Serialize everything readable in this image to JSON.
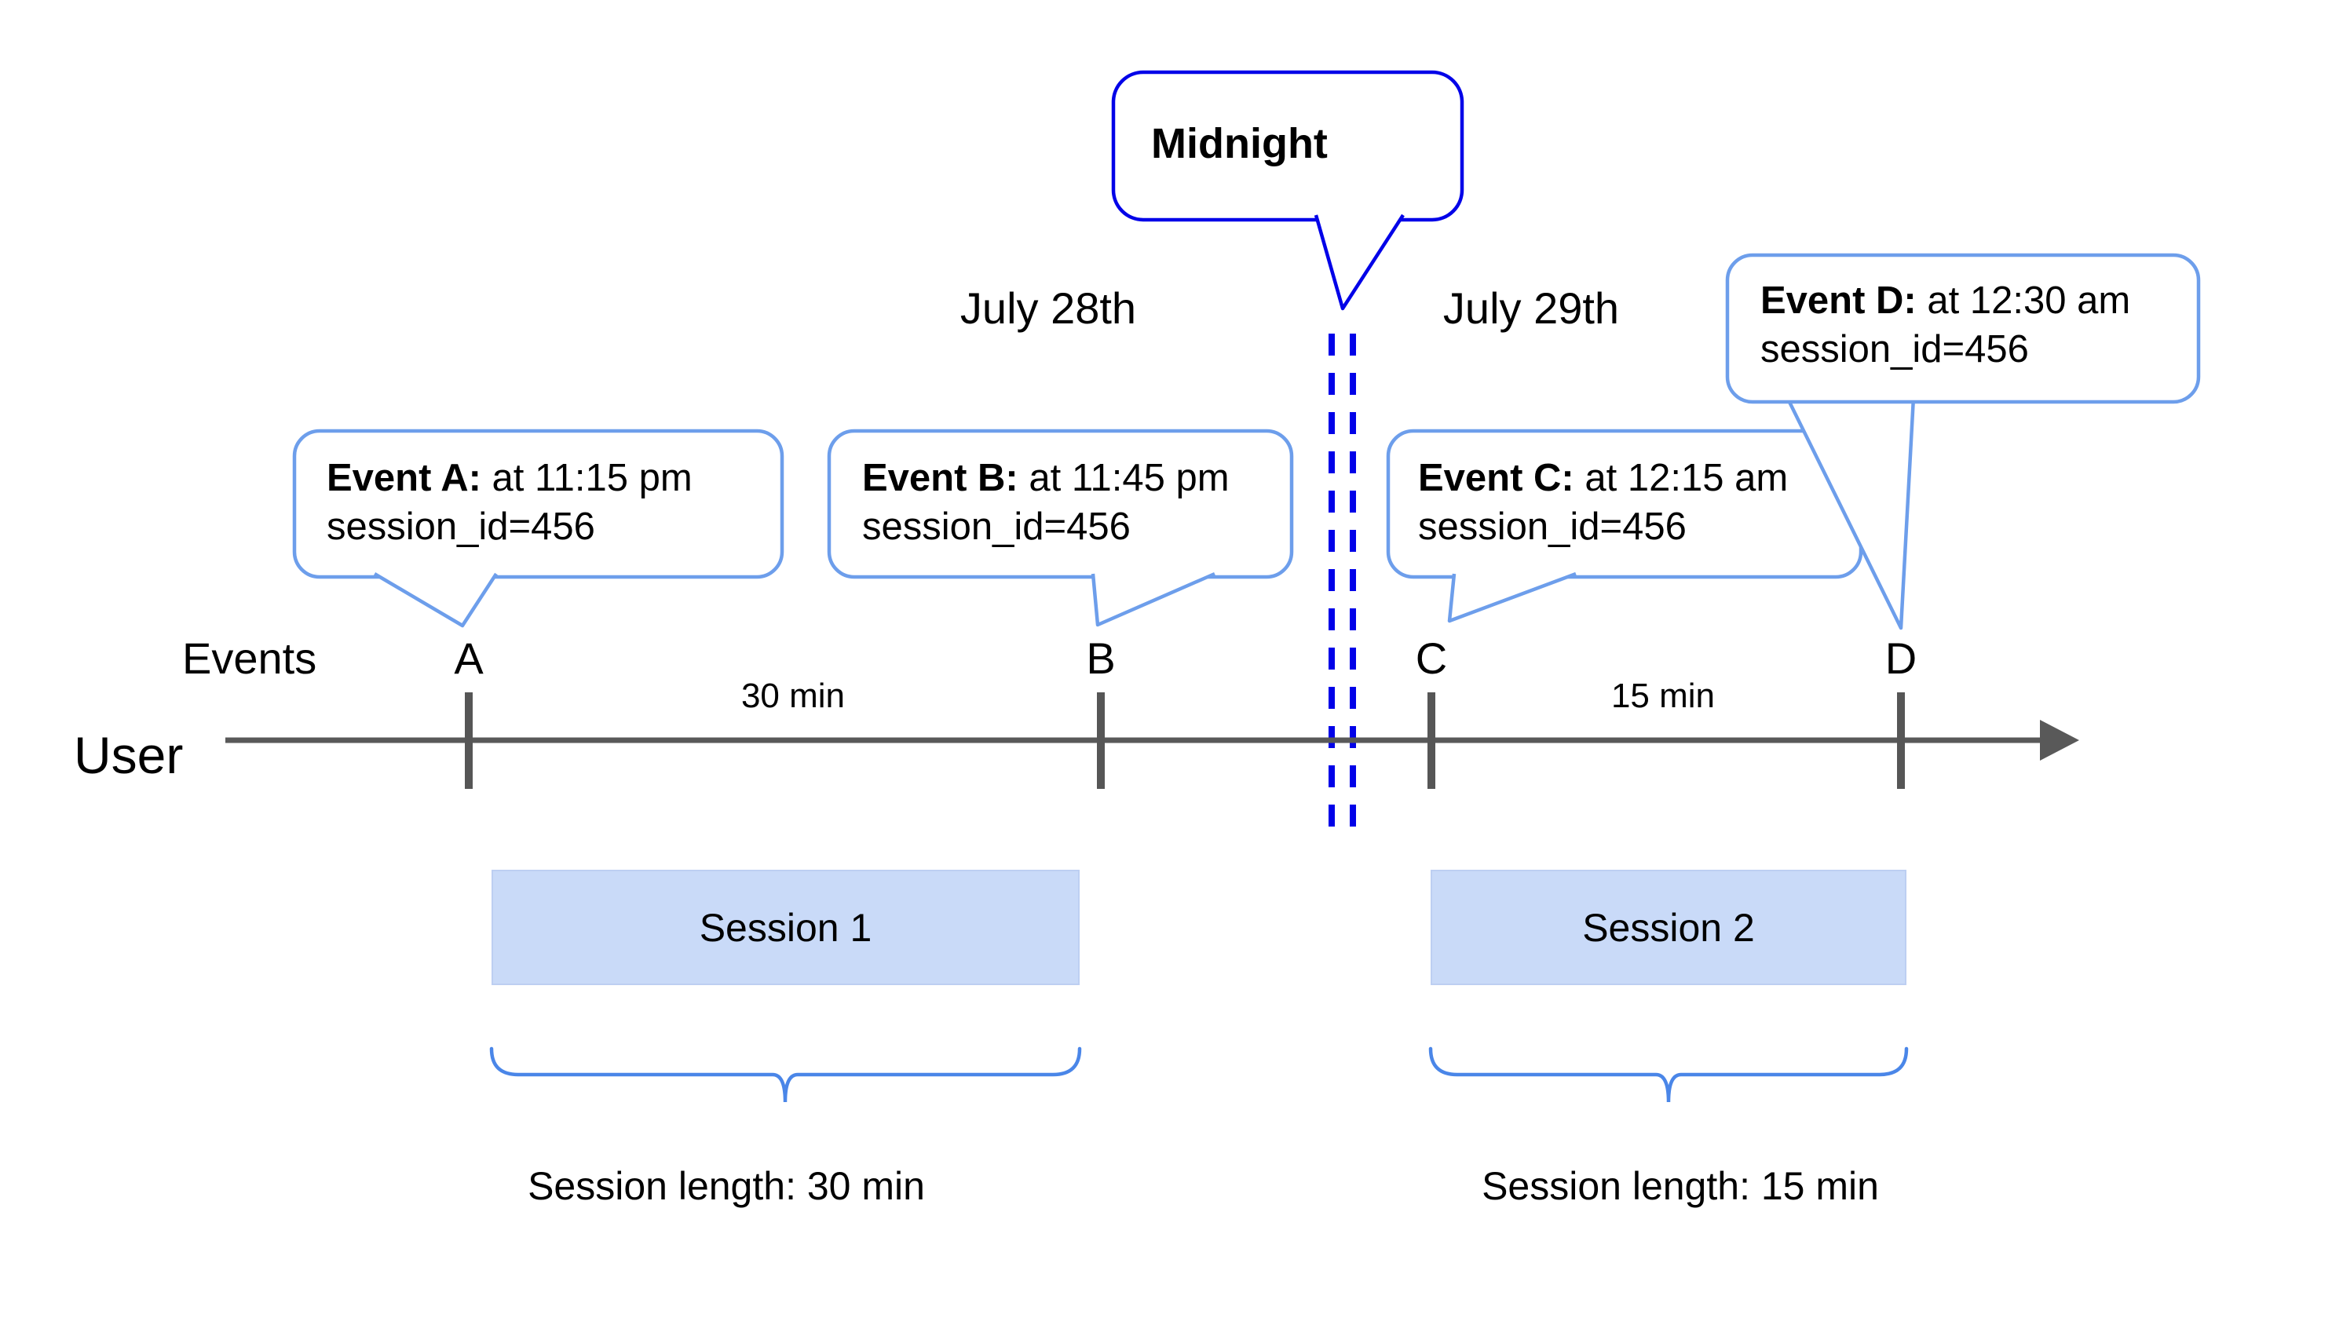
{
  "title": "User sessions across midnight timeline diagram",
  "midnight": {
    "label": "Midnight"
  },
  "dates": {
    "left": "July 28th",
    "right": "July 29th"
  },
  "callouts": [
    {
      "name": "Event A:",
      "time": " at 11:15 pm",
      "session": "session_id=456"
    },
    {
      "name": "Event B:",
      "time": " at 11:45 pm",
      "session": "session_id=456"
    },
    {
      "name": "Event C:",
      "time": " at 12:15 am",
      "session": "session_id=456"
    },
    {
      "name": "Event D:",
      "time": " at 12:30 am",
      "session": "session_id=456"
    }
  ],
  "timeline": {
    "events_label": "Events",
    "user_label": "User",
    "ticks": [
      "A",
      "B",
      "C",
      "D"
    ],
    "intervals": [
      {
        "label": "30 min"
      },
      {
        "label": "15 min"
      }
    ]
  },
  "sessions": [
    {
      "box_label": "Session 1",
      "length_label": "Session length: 30 min"
    },
    {
      "box_label": "Session 2",
      "length_label": "Session length: 15 min"
    }
  ],
  "colors": {
    "midnight_blue": "#0202e8",
    "callout_border_blue": "#6d9eeb",
    "brace_blue": "#4a86e8",
    "session_fill": "#c9daf8",
    "axis_gray": "#595959",
    "text_black": "#000000"
  }
}
